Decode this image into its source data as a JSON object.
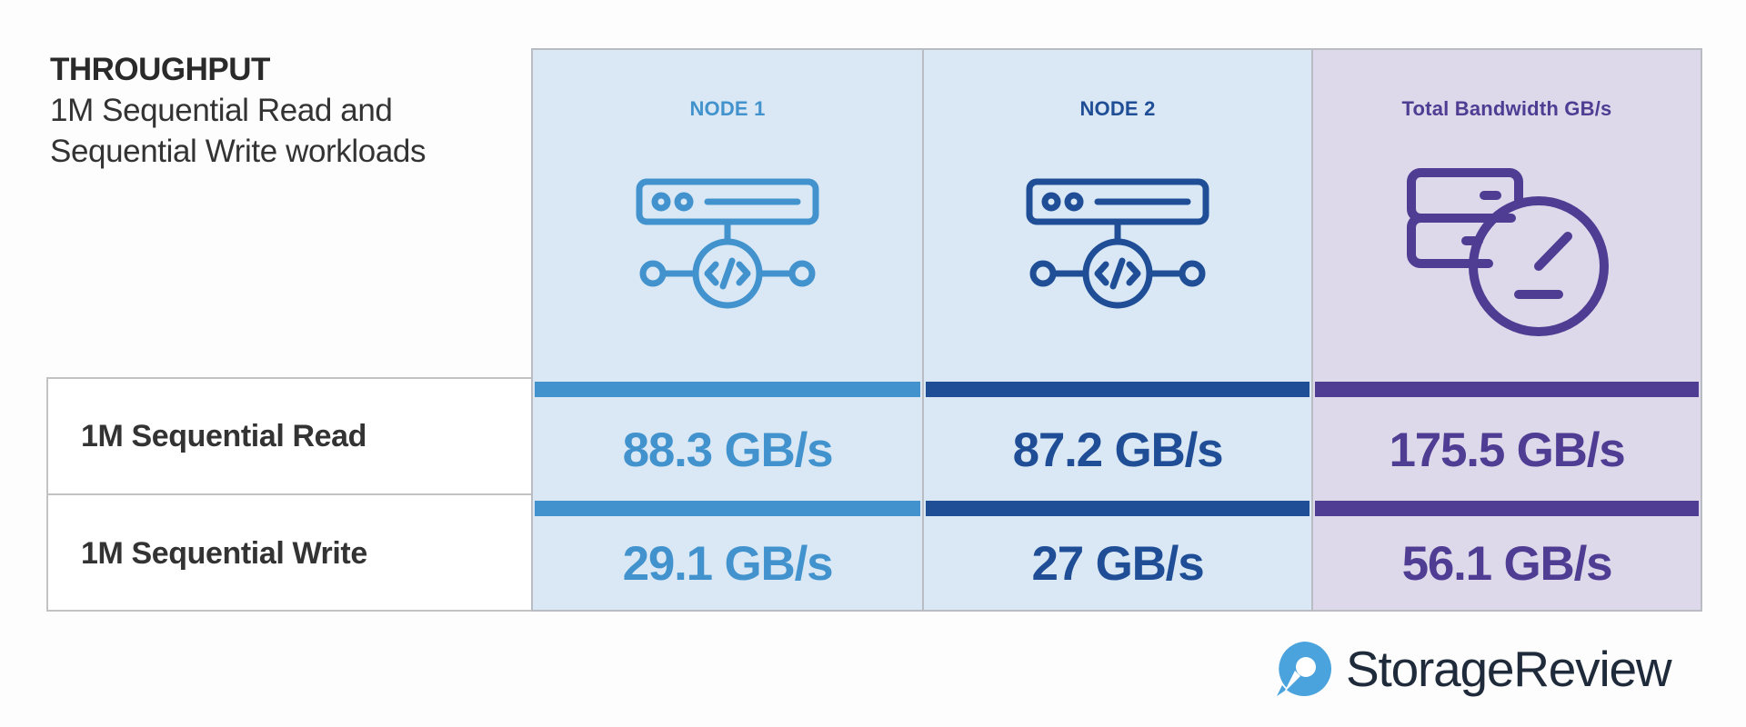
{
  "chart_data": {
    "type": "table",
    "title": "THROUGHPUT",
    "subtitle_lines": [
      "1M Sequential Read and",
      "Sequential Write workloads"
    ],
    "columns": [
      "NODE 1",
      "NODE 2",
      "Total Bandwidth GB/s"
    ],
    "rows": [
      {
        "label": "1M Sequential Read",
        "values": [
          "88.3 GB/s",
          "87.2 GB/s",
          "175.5 GB/s"
        ]
      },
      {
        "label": "1M Sequential Write",
        "values": [
          "29.1 GB/s",
          "27 GB/s",
          "56.1 GB/s"
        ]
      }
    ],
    "colors": {
      "node1": "#4293cd",
      "node2": "#1f4e96",
      "total": "#4f3c93",
      "node_bg": "#dae8f6",
      "total_bg": "#ddd9ea"
    }
  },
  "brand": {
    "name": "StorageReview",
    "icon": "storagereview-logo-icon",
    "color": "#4aa3dd"
  },
  "icons": {
    "node1": "server-code-icon",
    "node2": "server-code-icon",
    "total": "server-gauge-icon"
  }
}
